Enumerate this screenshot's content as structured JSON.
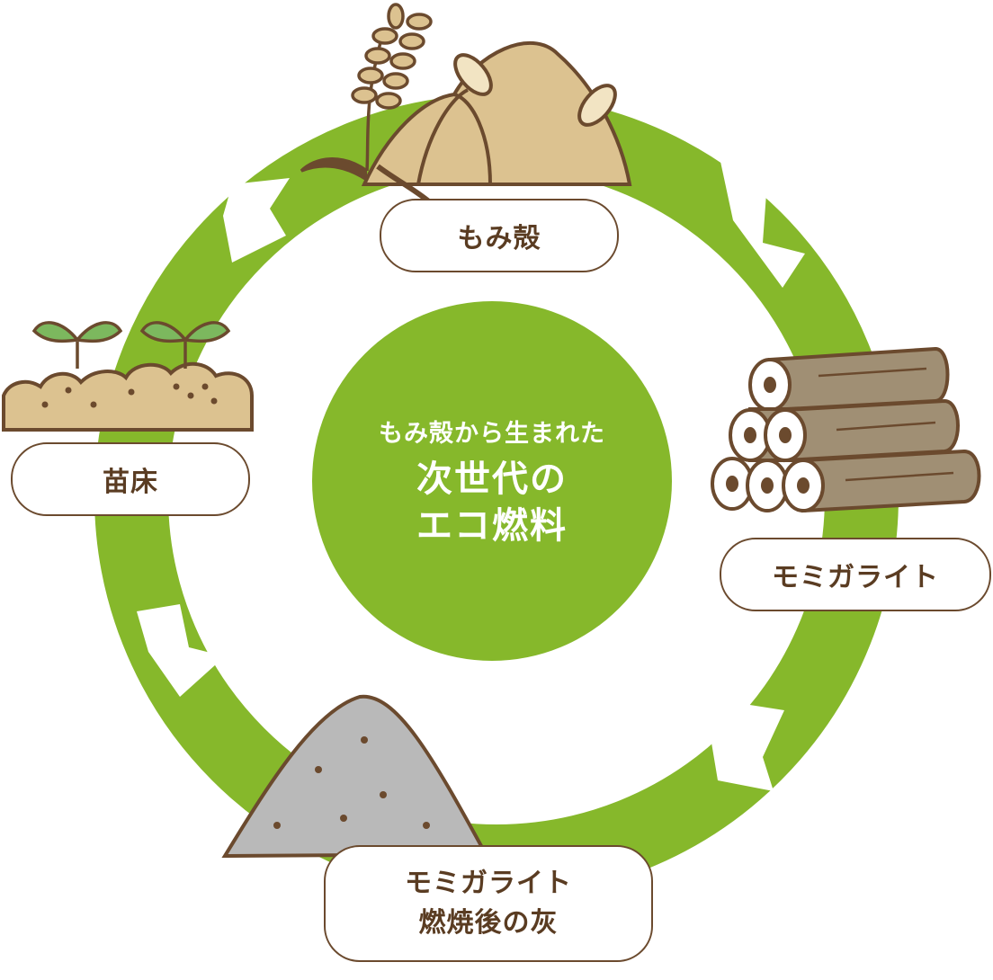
{
  "center": {
    "subtitle": "もみ殻から生まれた",
    "title_line1": "次世代の",
    "title_line2": "エコ燃料"
  },
  "stages": {
    "husk": "もみ殻",
    "fuel": "モミガライト",
    "ash_line1": "モミガライト",
    "ash_line2": "燃焼後の灰",
    "seedbed": "苗床"
  },
  "colors": {
    "ring": "#86b82b",
    "center": "#86b82b",
    "label_border": "#6b4a2e",
    "label_text": "#5a3c22",
    "soil": "#dcc290",
    "ash": "#b9b9b9",
    "log": "#a08f74",
    "leaf": "#7cb85e"
  },
  "icons": [
    "husk-pile-icon",
    "rice-stalk-icon",
    "log-stack-icon",
    "ash-pile-icon",
    "seedling-bed-icon"
  ]
}
